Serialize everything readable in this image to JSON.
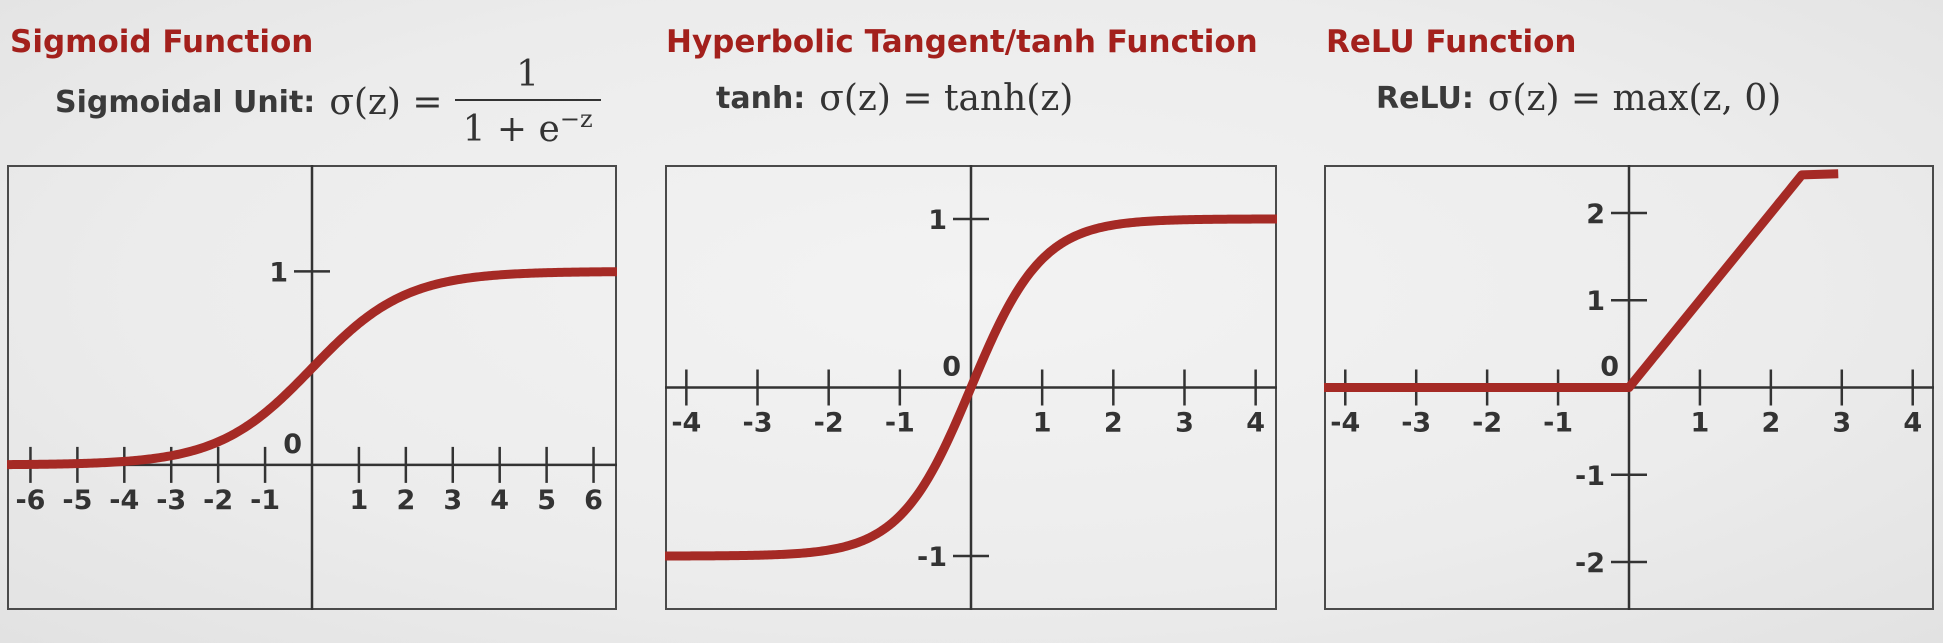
{
  "panels": [
    {
      "title": "Sigmoid Function",
      "formula": {
        "label": "Sigmoidal Unit:",
        "lhs": "σ(z) =",
        "numerator": "1",
        "denominator": "1 + e",
        "exponent": "−z"
      }
    },
    {
      "title": "Hyperbolic Tangent/tanh Function",
      "formula": {
        "label": "tanh:",
        "expr": "σ(z) = tanh(z)"
      }
    },
    {
      "title": "ReLU Function",
      "formula": {
        "label": "ReLU:",
        "expr": "σ(z) = max(z, 0)"
      }
    }
  ],
  "chart_data": [
    {
      "type": "line",
      "title": "Sigmoid Function",
      "function": "sigmoid",
      "xlim": [
        -6.5,
        6.5
      ],
      "ylim": [
        -0.75,
        1.55
      ],
      "x_ticks": [
        -6,
        -5,
        -4,
        -3,
        -2,
        -1,
        1,
        2,
        3,
        4,
        5,
        6
      ],
      "x_tick_labels": [
        "-6",
        "-5",
        "-4",
        "-3",
        "-2",
        "-1",
        "1",
        "2",
        "3",
        "4",
        "5",
        "6"
      ],
      "y_ticks": [
        1
      ],
      "y_tick_labels": [
        "1"
      ],
      "origin_label": "0",
      "series_color": "#a52a25",
      "x": [
        -6.5,
        -6,
        -5,
        -4,
        -3,
        -2,
        -1,
        0,
        1,
        2,
        3,
        4,
        5,
        6,
        6.5
      ],
      "y": [
        0.0015,
        0.0025,
        0.0067,
        0.018,
        0.047,
        0.119,
        0.269,
        0.5,
        0.731,
        0.881,
        0.953,
        0.982,
        0.993,
        0.9975,
        0.9985
      ]
    },
    {
      "type": "line",
      "title": "Hyperbolic Tangent/tanh Function",
      "function": "tanh",
      "xlim": [
        -4.3,
        4.3
      ],
      "ylim": [
        -1.32,
        1.32
      ],
      "x_ticks": [
        -4,
        -3,
        -2,
        -1,
        1,
        2,
        3,
        4
      ],
      "x_tick_labels": [
        "-4",
        "-3",
        "-2",
        "-1",
        "1",
        "2",
        "3",
        "4"
      ],
      "y_ticks": [
        1,
        -1
      ],
      "y_tick_labels": [
        "1",
        "-1"
      ],
      "origin_label": "0",
      "series_color": "#a52a25",
      "x": [
        -4.3,
        -4,
        -3,
        -2,
        -1,
        -0.5,
        0,
        0.5,
        1,
        2,
        3,
        4,
        4.3
      ],
      "y": [
        -0.9996,
        -0.9993,
        -0.995,
        -0.964,
        -0.762,
        -0.462,
        0,
        0.462,
        0.762,
        0.964,
        0.995,
        0.9993,
        0.9996
      ]
    },
    {
      "type": "line",
      "title": "ReLU Function",
      "function": "relu",
      "xlim": [
        -4.3,
        4.3
      ],
      "ylim": [
        -2.55,
        2.55
      ],
      "x_ticks": [
        -4,
        -3,
        -2,
        -1,
        1,
        2,
        3,
        4
      ],
      "x_tick_labels": [
        "-4",
        "-3",
        "-2",
        "-1",
        "1",
        "2",
        "3",
        "4"
      ],
      "y_ticks": [
        2,
        1,
        -1,
        -2
      ],
      "y_tick_labels": [
        "2",
        "1",
        "-1",
        "-2"
      ],
      "origin_label": "0",
      "series_color": "#a52a25",
      "x": [
        -4.3,
        0,
        2.95
      ],
      "y": [
        0,
        0,
        2.45
      ]
    }
  ]
}
